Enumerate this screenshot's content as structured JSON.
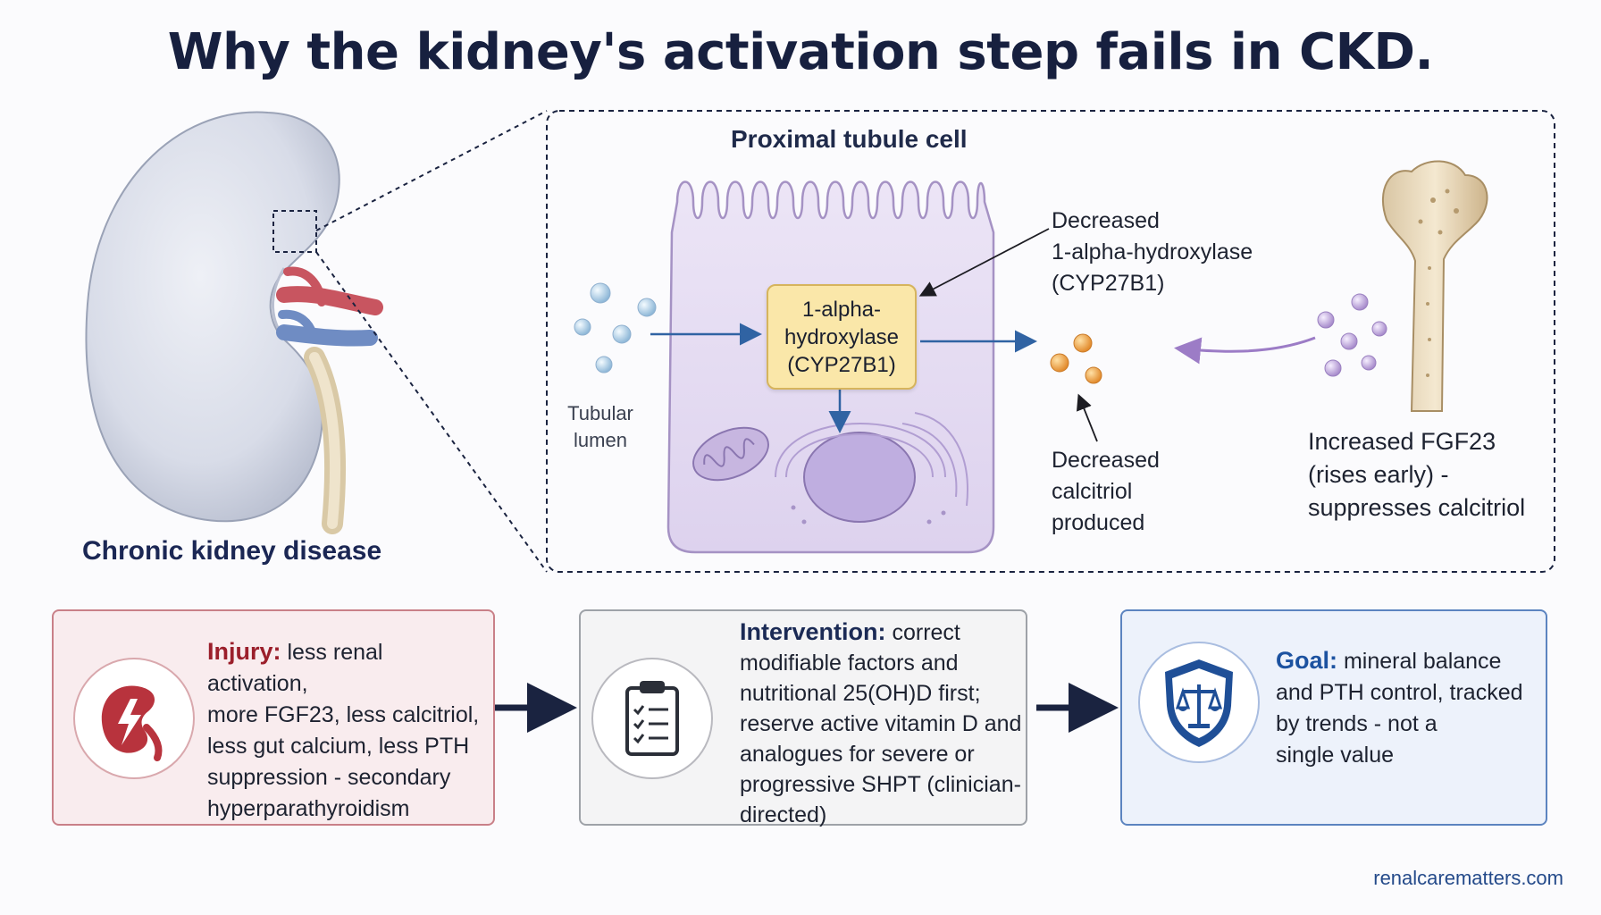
{
  "title": "Why the kidney's activation step fails in CKD.",
  "cell": {
    "title": "Proximal tubule cell",
    "enzyme_lines": [
      "1-alpha-",
      "hydroxylase",
      "(CYP27B1)"
    ],
    "lumen_lines": [
      "Tubular",
      "lumen"
    ],
    "decreased_enzyme_lines": [
      "Decreased",
      "1-alpha-hydroxylase",
      "(CYP27B1)"
    ],
    "decreased_calcitriol_lines": [
      "Decreased",
      "calcitriol",
      "produced"
    ]
  },
  "fgf23_lines": [
    "Increased FGF23",
    "(rises early) -",
    "suppresses calcitriol"
  ],
  "kidney_label": "Chronic kidney disease",
  "cards": {
    "injury": {
      "heading": "Injury:",
      "text": [
        "less renal activation,",
        "more FGF23, less calcitriol,",
        "less gut calcium, less PTH",
        "suppression - secondary",
        "hyperparathyroidism"
      ],
      "icon": "kidney-lightning-icon"
    },
    "intervention": {
      "heading": "Intervention:",
      "text": [
        "correct",
        "modifiable factors and",
        "nutritional 25(OH)D first;",
        "reserve active vitamin D and",
        "analogues for severe or",
        "progressive SHPT (clinician-",
        "directed)"
      ],
      "icon": "clipboard-checklist-icon"
    },
    "goal": {
      "heading": "Goal:",
      "text": [
        "mineral balance",
        "and PTH control, tracked",
        "by trends - not a",
        "single value"
      ],
      "icon": "shield-scale-icon"
    }
  },
  "footer": "renalcarematters.com",
  "colors": {
    "title": "#17203f",
    "injury_accent": "#9b1f2b",
    "goal_accent": "#1c52a0",
    "enzyme_box": "#fae7a9",
    "fgf23_particles": "#b89ad6",
    "calcitriol_particles": "#e89a3c"
  }
}
